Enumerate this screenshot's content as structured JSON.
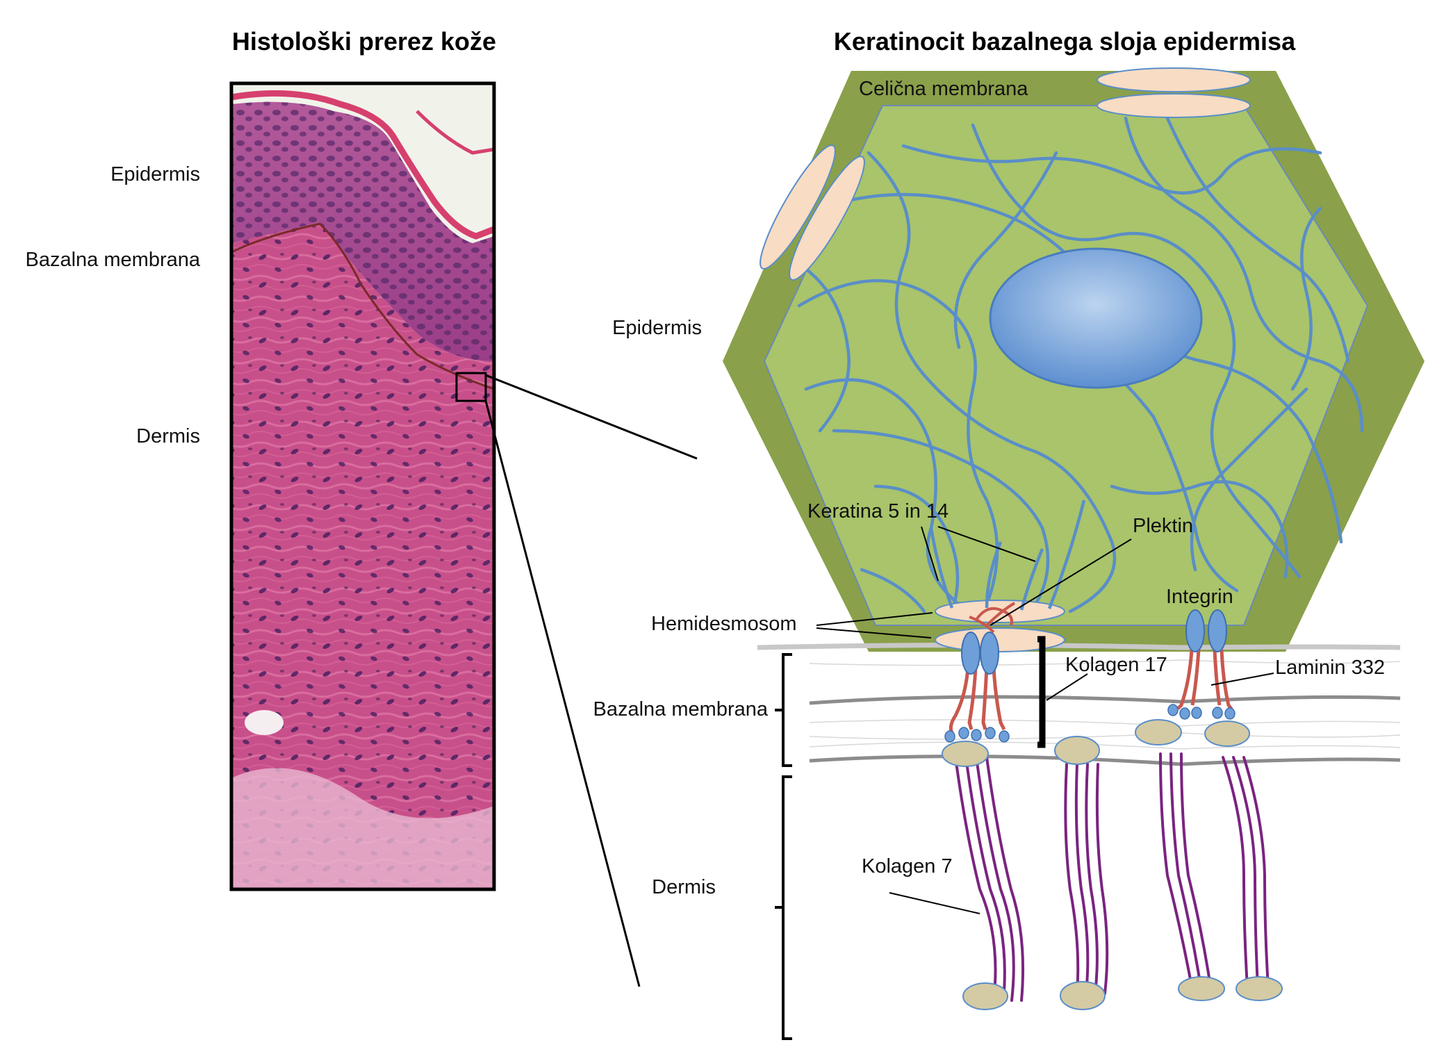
{
  "left_panel": {
    "title": "Histološki prerez kože",
    "labels": {
      "epidermis": "Epidermis",
      "basement": "Bazalna membrana",
      "dermis": "Dermis"
    }
  },
  "right_panel": {
    "title": "Keratinocit bazalnega sloja epidermisa",
    "labels": {
      "cell_membrane": "Celična membrana",
      "epidermis": "Epidermis",
      "keratin": "Keratina 5 in 14",
      "plectin": "Plektin",
      "integrin": "Integrin",
      "hemidesmosome": "Hemidesmosom",
      "collagen17": "Kolagen 17",
      "laminin": "Laminin 332",
      "basement": "Bazalna membrana",
      "dermis": "Dermis",
      "collagen7": "Kolagen 7"
    }
  },
  "colors": {
    "cell_border": "#8aa04a",
    "cytoplasm": "#a9c46a",
    "keratin": "#5a8ec8",
    "nucleus": "#6f9fd8",
    "desmosome": "#f8dcc4",
    "plectin": "#c9584e",
    "collagen7": "#7a2480",
    "anchor": "#d4caa4",
    "tissue": "#c4457e"
  }
}
